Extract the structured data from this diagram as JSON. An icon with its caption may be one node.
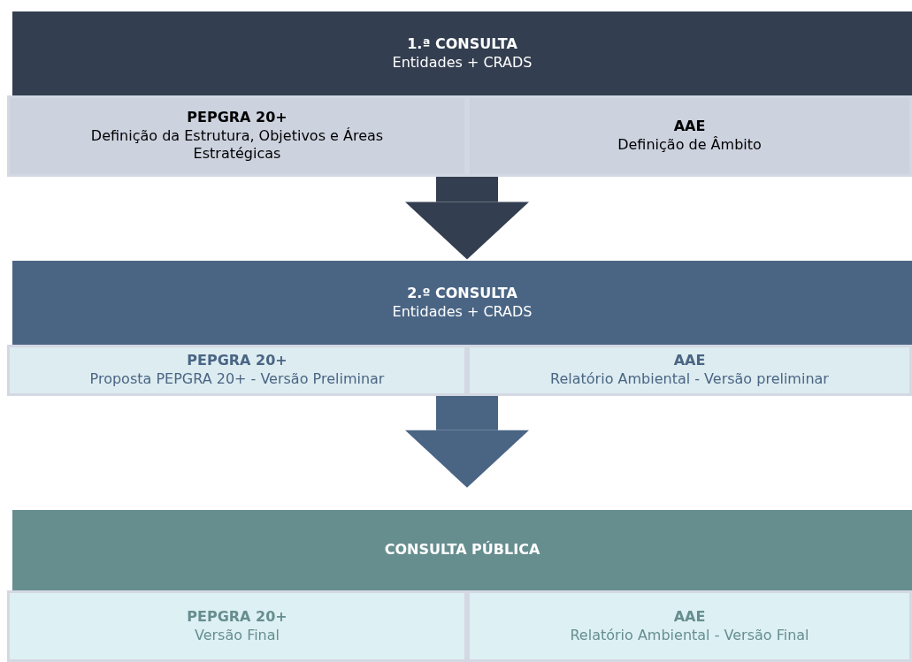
{
  "diagram": {
    "nodes": [
      {
        "text": [
          "1.ª CONSULTA",
          "Entidades + CRADS"
        ]
      },
      {
        "text": [
          "PEPGRA 20+",
          "Definição da Estrutura, Objetivos e Áreas Estratégicas"
        ]
      },
      {
        "text": [
          "AAE",
          "Definição de Âmbito"
        ]
      },
      {
        "text": [
          "2.º CONSULTA",
          "Entidades + CRADS"
        ]
      },
      {
        "text": [
          "PEPGRA 20+",
          "Proposta PEPGRA 20+ - Versão Preliminar"
        ]
      },
      {
        "text": [
          "AAE",
          "Relatório Ambiental - Versão preliminar"
        ]
      },
      {
        "text": [
          "CONSULTA PÚBLICA"
        ]
      },
      {
        "text": [
          "PEPGRA 20+",
          "Versão Final"
        ]
      },
      {
        "text": [
          "AAE",
          "Relatório Ambiental - Versão Final"
        ]
      }
    ],
    "edges": [
      {
        "from": 1,
        "to": 3,
        "arrow": "to",
        "color": "#333e50"
      },
      {
        "from": 4,
        "to": 6,
        "arrow": "to",
        "color": "#4a6584"
      }
    ]
  }
}
